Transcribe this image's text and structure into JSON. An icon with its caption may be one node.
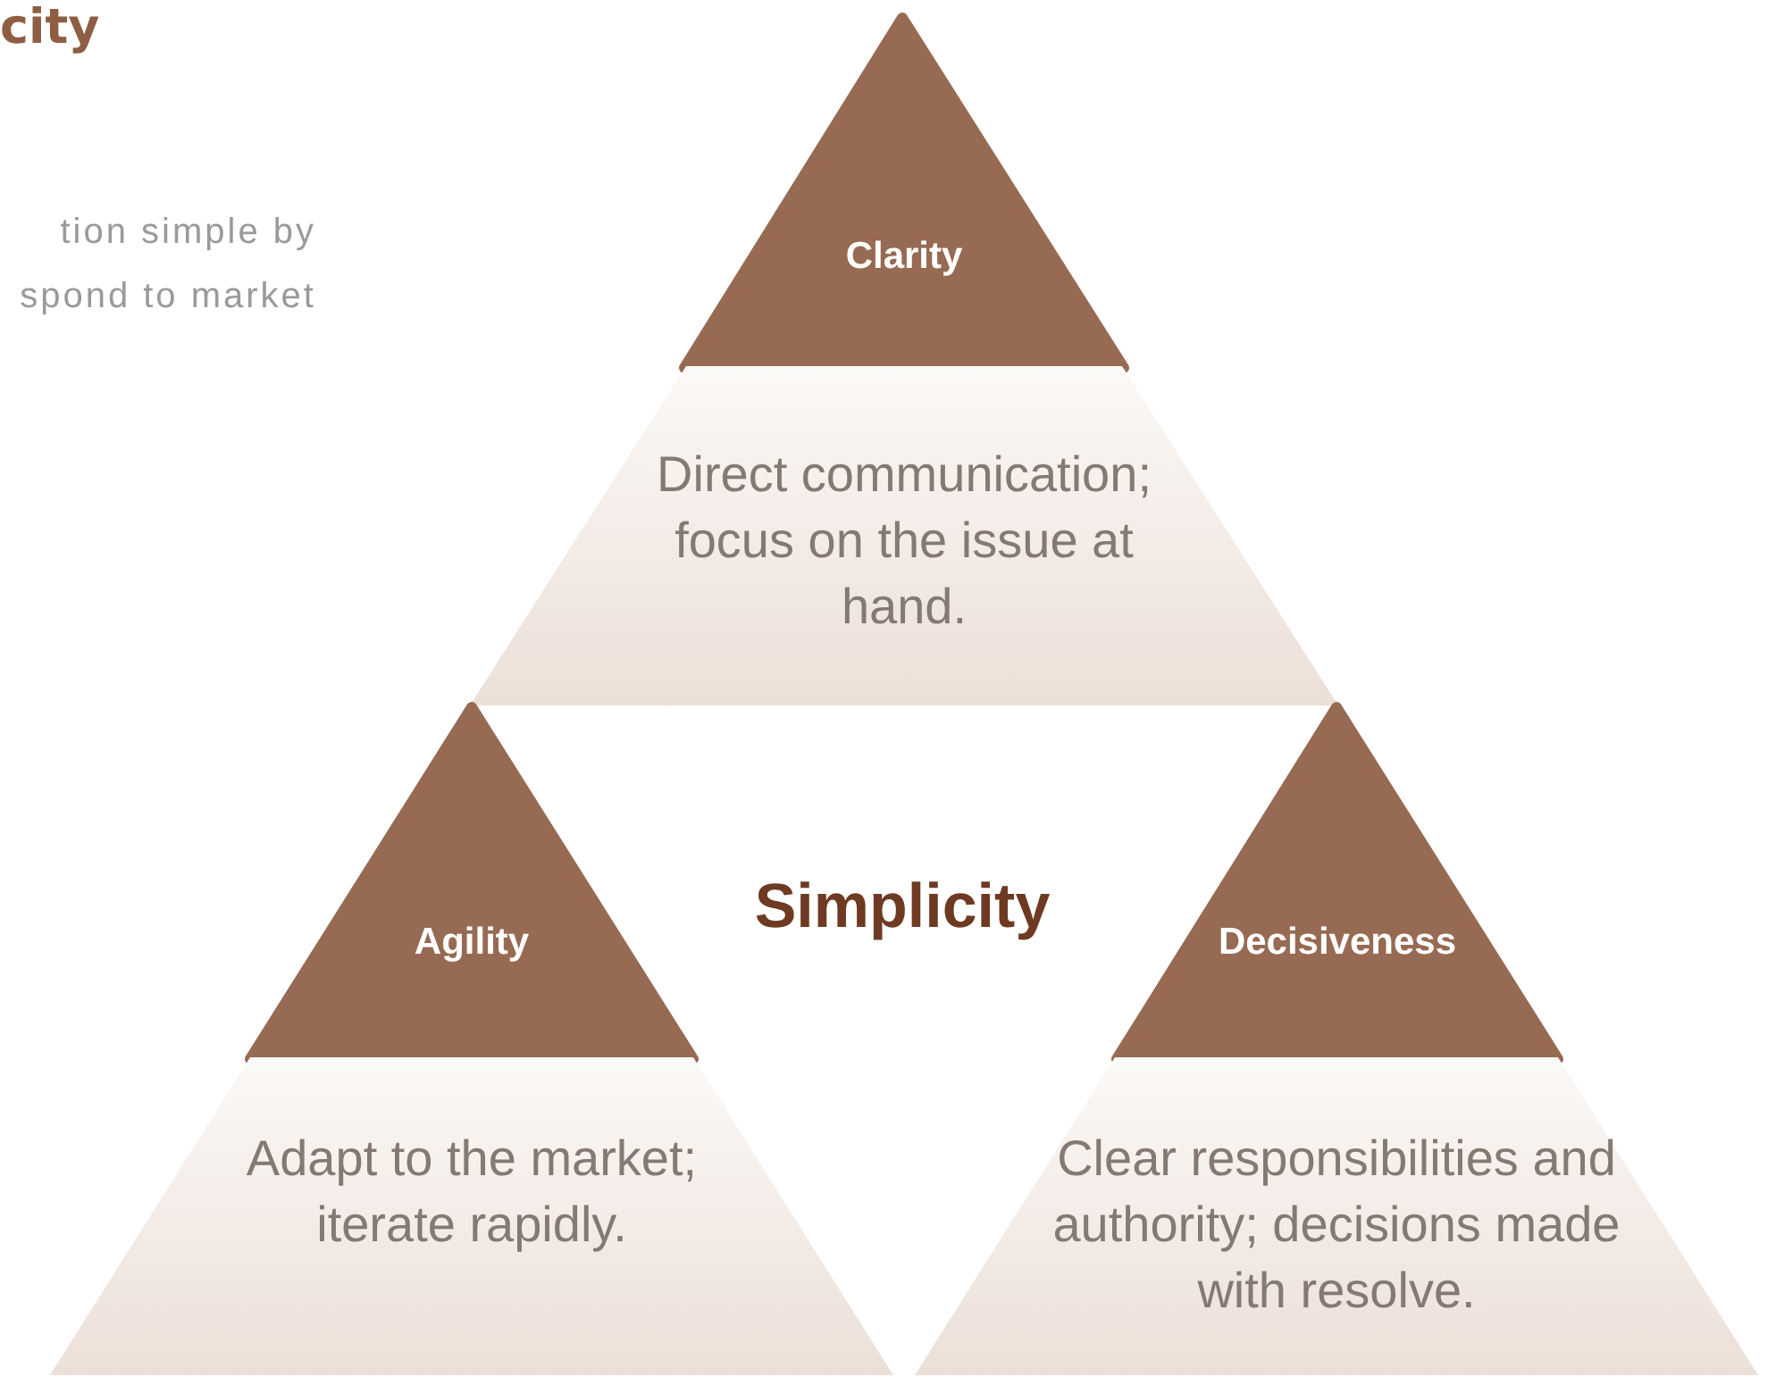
{
  "diagram": {
    "nodes": [
      {
        "text": [
          "Clarity"
        ]
      },
      {
        "text": [
          "Direct communication; focus on the issue at hand."
        ]
      },
      {
        "text": [
          "Agility"
        ]
      },
      {
        "text": [
          "Adapt to the market; iterate rapidly."
        ]
      },
      {
        "text": [
          "Decisiveness"
        ]
      },
      {
        "text": [
          "Clear responsibilities and authority; decisions made with resolve."
        ]
      }
    ],
    "edges": [],
    "labels": [
      "city",
      "tion simple by spond to market",
      "Simplicity"
    ]
  }
}
